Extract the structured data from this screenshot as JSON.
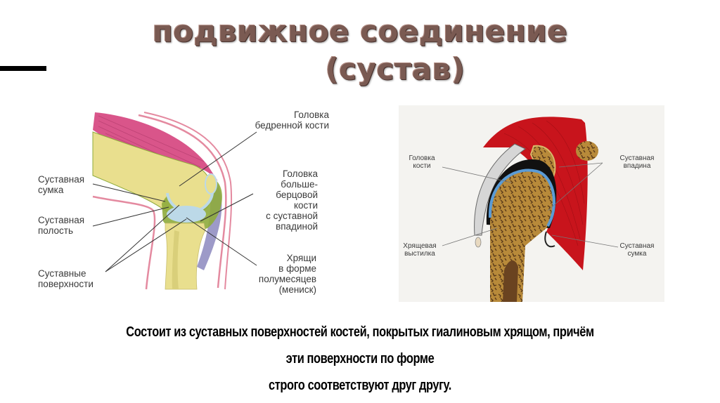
{
  "slide": {
    "title_line1": "подвижное соединение",
    "title_line2": "(сустав)",
    "title_color": "#7a5a52",
    "decoration": "black-horizontal-bar-left"
  },
  "knee_diagram": {
    "labels": {
      "femur_head": "Головка\nбедренной кости",
      "joint_capsule": "Суставная\nсумка",
      "joint_cavity": "Суставная\nполость",
      "tibia_head": "Головка\nбольше-\nберцовой\nкости\nс суставной\nвпадиной",
      "articular_surfaces": "Суставные\nповерхности",
      "menisci": "Хрящи\nв форме\nполумесяцев\n(мениск)"
    },
    "colors": {
      "bone": "#e9df8e",
      "muscle": "#d9558a",
      "capsule": "#8eab3c",
      "cartilage": "#bcd9e8",
      "skin": "#e48aa0"
    }
  },
  "shoulder_diagram": {
    "labels": {
      "bone_head": "Головка\nкости",
      "glenoid": "Суставная\nвпадина",
      "cartilage_lining": "Хрящевая\nвыстилка",
      "capsule": "Суставная\nсумка"
    },
    "colors": {
      "muscle": "#c8141c",
      "bone": "#b88a3a",
      "cartilage": "#5b9bd5",
      "background": "#f4f3f0"
    }
  },
  "caption": {
    "line1": "Состоит из суставных поверхностей костей, покрытых гиалиновым хрящом, причём",
    "line2": "эти поверхности по форме",
    "line3": "строго соответствуют друг другу."
  }
}
